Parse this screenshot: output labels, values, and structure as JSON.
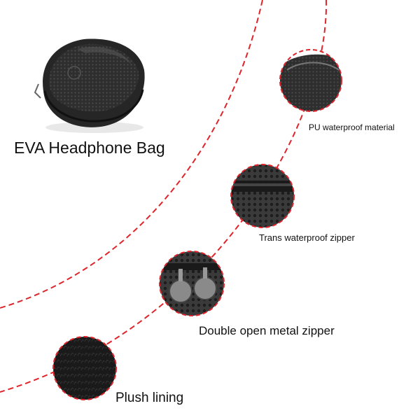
{
  "product_title": "EVA Headphone Bag",
  "features": [
    {
      "label": "PU waterproof material",
      "detail_icon": "case-lid-closeup"
    },
    {
      "label": "Trans waterproof zipper",
      "detail_icon": "zipper-closeup"
    },
    {
      "label": "Double open metal zipper",
      "detail_icon": "zipper-pulls-closeup"
    },
    {
      "label": "Plush lining",
      "detail_icon": "plush-lining-closeup"
    }
  ],
  "colors": {
    "dashed_line": "#e0242b",
    "case_dark": "#2a2a2a",
    "text": "#111111"
  }
}
